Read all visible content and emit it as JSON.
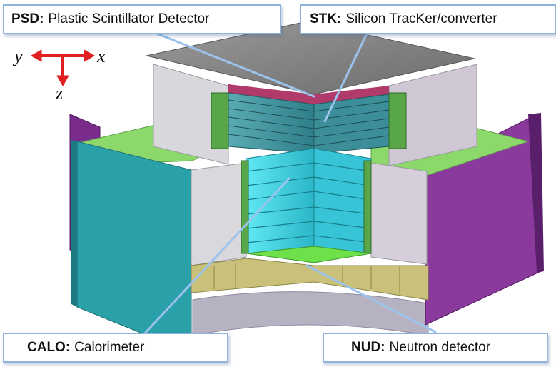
{
  "labels": {
    "psd": {
      "abbr": "PSD:",
      "name": "Plastic Scintillator Detector"
    },
    "stk": {
      "abbr": "STK:",
      "name": "Silicon TracKer/converter"
    },
    "calo": {
      "abbr": "CALO:",
      "name": "Calorimeter"
    },
    "nud": {
      "abbr": "NUD:",
      "name": "Neutron detector"
    }
  },
  "axes": {
    "x": "x",
    "y": "y",
    "z": "z"
  },
  "colors": {
    "axis_arrow": "#e02020",
    "label_border": "#8fb3dc",
    "pointer": "#9cc3ec",
    "psd_top": "#8a8a8a",
    "stk_blue": "#4a9aa6",
    "calo_cyan": "#3fd7e6",
    "green_pcb": "#59a64a",
    "purple_panel": "#7a2c8c",
    "teal_panel": "#2aa0a8",
    "lime_plate": "#8cd86a",
    "olive_frame": "#c9c07a"
  }
}
